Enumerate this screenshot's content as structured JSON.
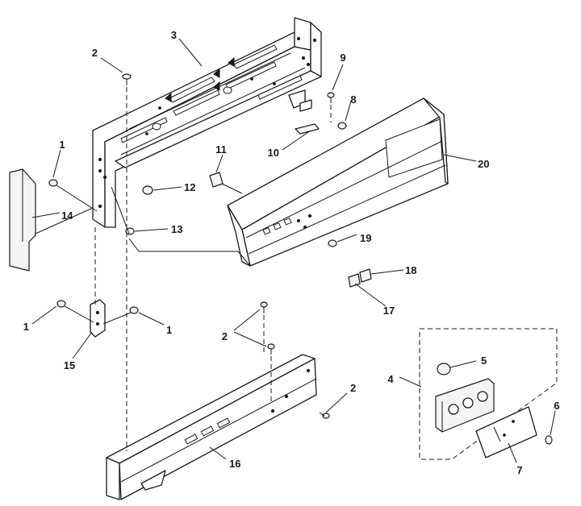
{
  "callouts": [
    {
      "id": "c1a",
      "text": "1"
    },
    {
      "id": "c1b",
      "text": "1"
    },
    {
      "id": "c1c",
      "text": "1"
    },
    {
      "id": "c2a",
      "text": "2"
    },
    {
      "id": "c2b",
      "text": "2"
    },
    {
      "id": "c2c",
      "text": "2"
    },
    {
      "id": "c3",
      "text": "3"
    },
    {
      "id": "c4",
      "text": "4"
    },
    {
      "id": "c5",
      "text": "5"
    },
    {
      "id": "c6",
      "text": "6"
    },
    {
      "id": "c7",
      "text": "7"
    },
    {
      "id": "c8",
      "text": "8"
    },
    {
      "id": "c9",
      "text": "9"
    },
    {
      "id": "c10",
      "text": "10"
    },
    {
      "id": "c11",
      "text": "11"
    },
    {
      "id": "c12",
      "text": "12"
    },
    {
      "id": "c13",
      "text": "13"
    },
    {
      "id": "c14",
      "text": "14"
    },
    {
      "id": "c15",
      "text": "15"
    },
    {
      "id": "c16",
      "text": "16"
    },
    {
      "id": "c17",
      "text": "17"
    },
    {
      "id": "c18",
      "text": "18"
    },
    {
      "id": "c19",
      "text": "19"
    },
    {
      "id": "c20",
      "text": "20"
    }
  ]
}
